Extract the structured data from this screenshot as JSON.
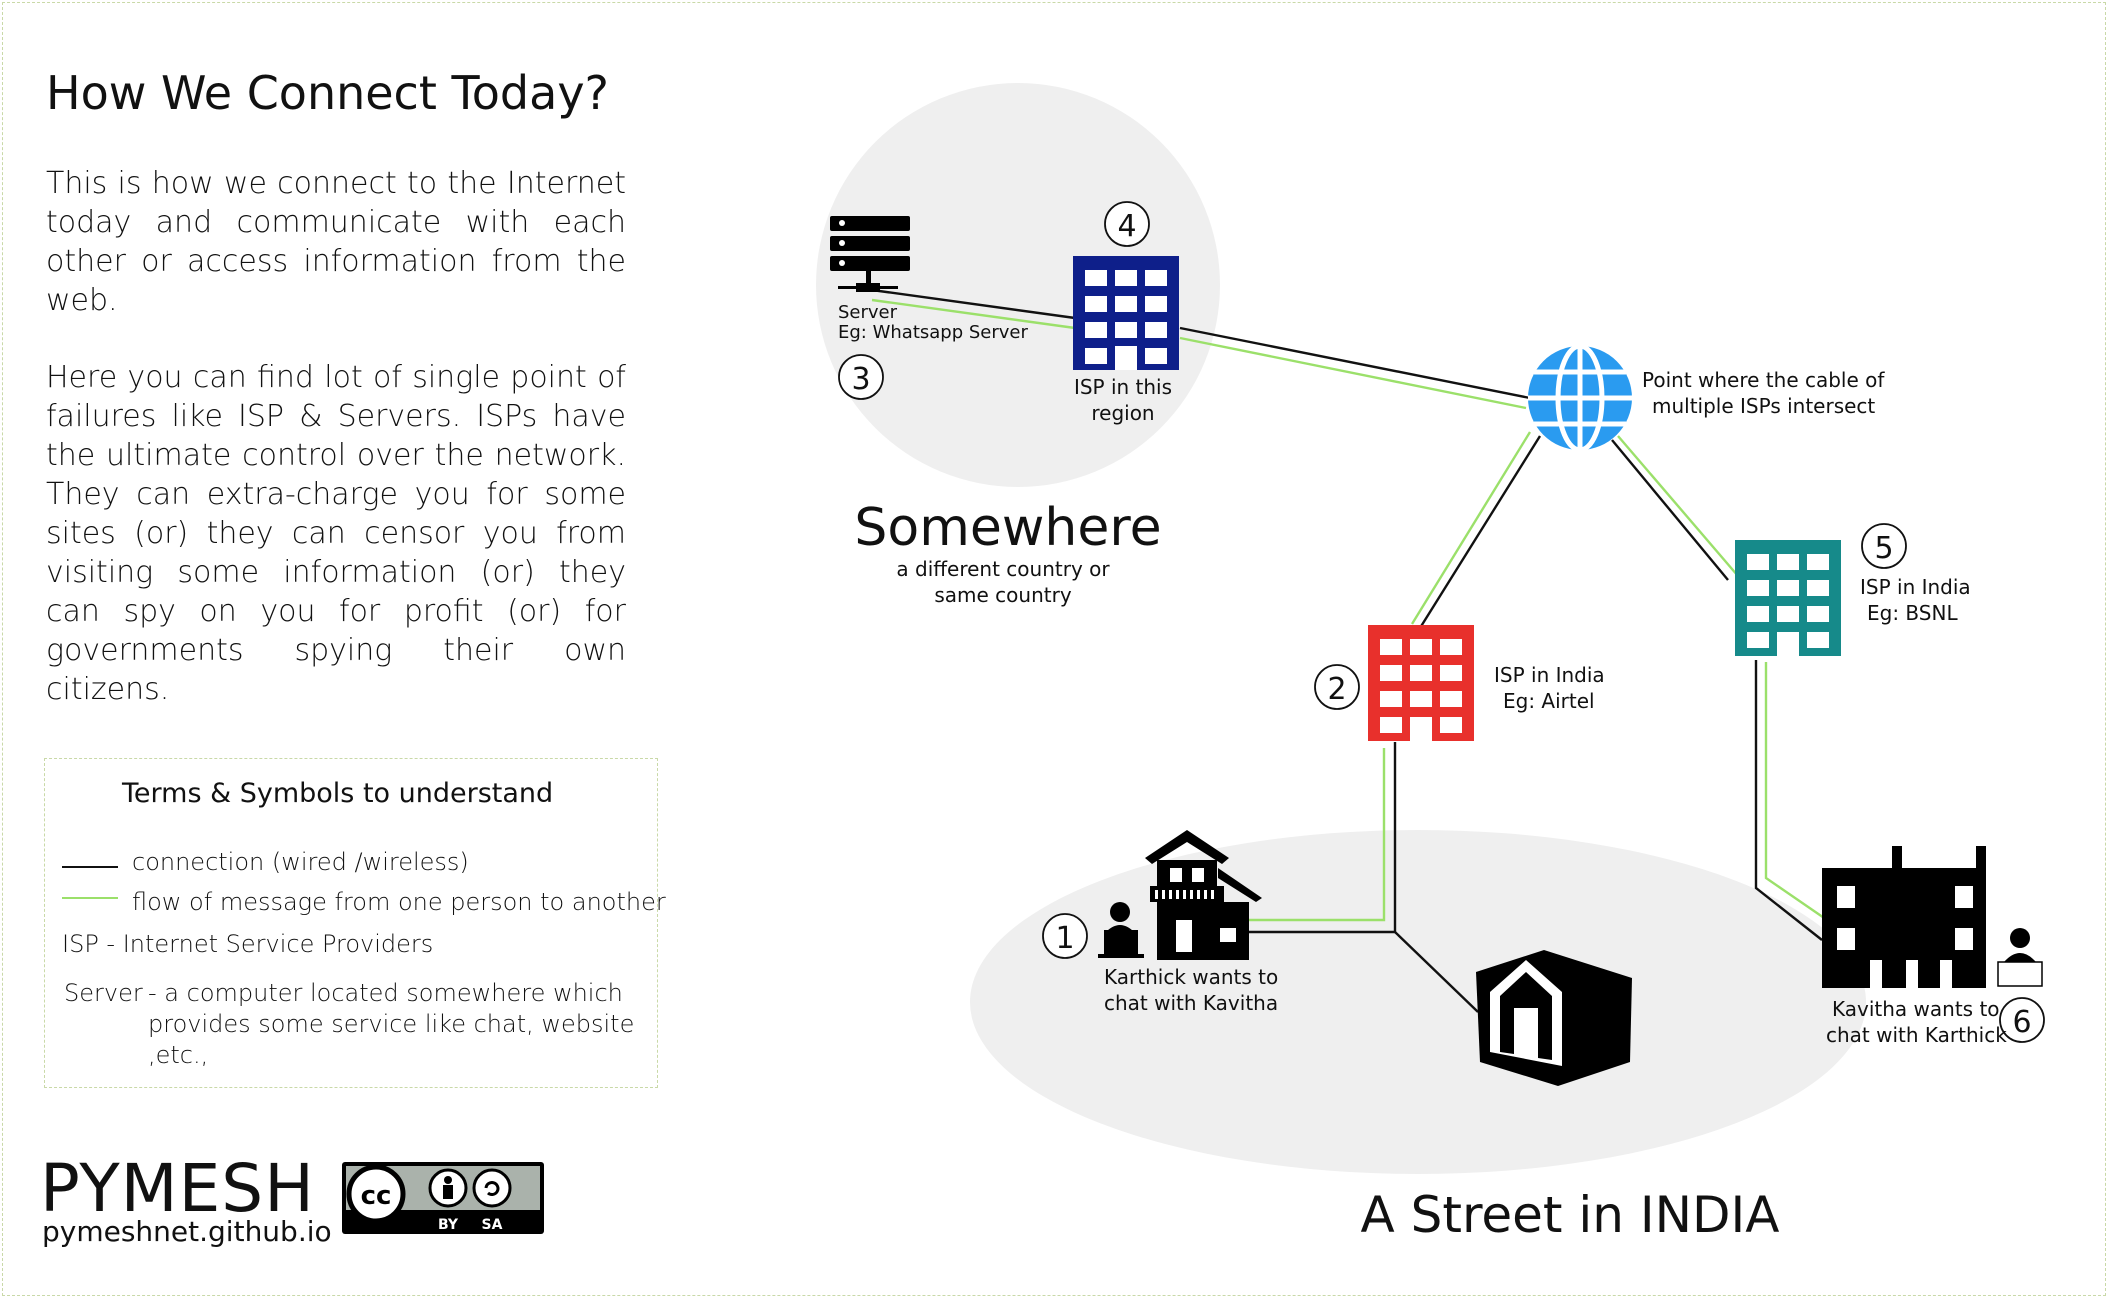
{
  "title": "How We Connect Today?",
  "intro": {
    "paragraph1": "This is how we connect to the Internet today and communicate with each other or access information from the web.",
    "paragraph2": "Here you can find lot of single point of failures like ISP & Servers. ISPs have the ultimate control over the network. They can extra-charge you for some sites (or) they can censor you from visiting some information (or) they can spy on you for profit (or) for governments spying their own citizens."
  },
  "legend": {
    "title": "Terms & Symbols to understand",
    "connection": "connection (wired /wireless)",
    "flow": "flow of message from one person to another",
    "isp": "ISP - Internet Service Providers",
    "server_term": "Server",
    "server_def_line1": "- a computer located somewhere which",
    "server_def_line2": "provides some service like chat, website",
    "server_def_line3": ",etc.,"
  },
  "brand": {
    "name": "PYMESH",
    "url": "pymeshnet.github.io",
    "license_by": "BY",
    "license_sa": "SA",
    "license_cc": "cc"
  },
  "regions": {
    "somewhere_title": "Somewhere",
    "somewhere_sub1": "a different country or",
    "somewhere_sub2": "same country",
    "street_title": "A Street in INDIA"
  },
  "nodes": {
    "n1_number": "1",
    "n1_line1": "Karthick wants to",
    "n1_line2": "chat with Kavitha",
    "n2_number": "2",
    "n2_line1": "ISP in India",
    "n2_line2": "Eg: Airtel",
    "n3_number": "3",
    "n3_line1": "Server",
    "n3_line2": "Eg: Whatsapp Server",
    "n4_number": "4",
    "n4_line1": "ISP in this",
    "n4_line2": "region",
    "n5_number": "5",
    "n5_line1": "ISP in India",
    "n5_line2": "Eg: BSNL",
    "n6_number": "6",
    "n6_line1": "Kavitha wants to",
    "n6_line2": "chat with Karthick",
    "globe_line1": "Point where the cable of",
    "globe_line2": "multiple ISPs intersect"
  },
  "colors": {
    "connection": "#111111",
    "flow": "#9be06a",
    "isp_local_airtel": "#e8302c",
    "isp_local_bsnl": "#168a8a",
    "isp_region": "#0e1f8a",
    "globe": "#2a9bf0",
    "region_fill": "#efefef"
  },
  "icons": {
    "server": "server-rack-icon",
    "globe": "globe-icon",
    "building": "building-icon",
    "house": "house-icon",
    "shed": "shed-icon",
    "apartment": "apartment-icon",
    "user": "user-at-laptop-icon"
  }
}
